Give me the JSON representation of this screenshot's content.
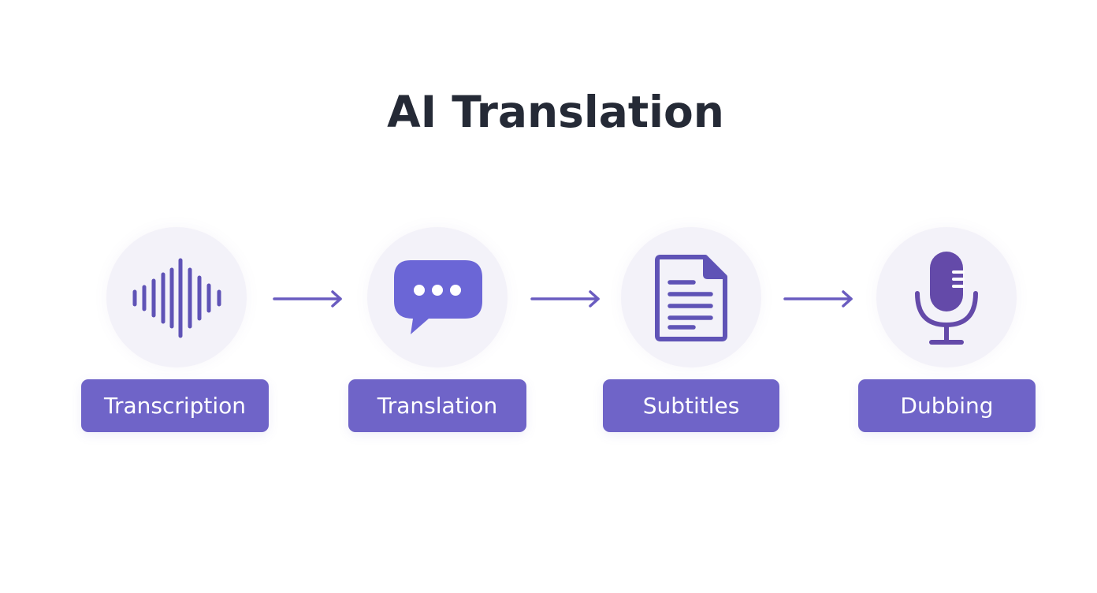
{
  "title": "AI Translation",
  "colors": {
    "accent": "#6f64c8",
    "icon": "#5f53b6",
    "bubble": "#6b66d6",
    "mic": "#644aa9",
    "circle_bg": "#f3f2f9",
    "title": "#252a36"
  },
  "steps": [
    {
      "label": "Transcription",
      "icon": "sound-wave-icon"
    },
    {
      "label": "Translation",
      "icon": "chat-bubble-icon"
    },
    {
      "label": "Subtitles",
      "icon": "document-icon"
    },
    {
      "label": "Dubbing",
      "icon": "microphone-icon"
    }
  ],
  "connectors": [
    "arrow-right-icon",
    "arrow-right-icon",
    "arrow-right-icon"
  ]
}
